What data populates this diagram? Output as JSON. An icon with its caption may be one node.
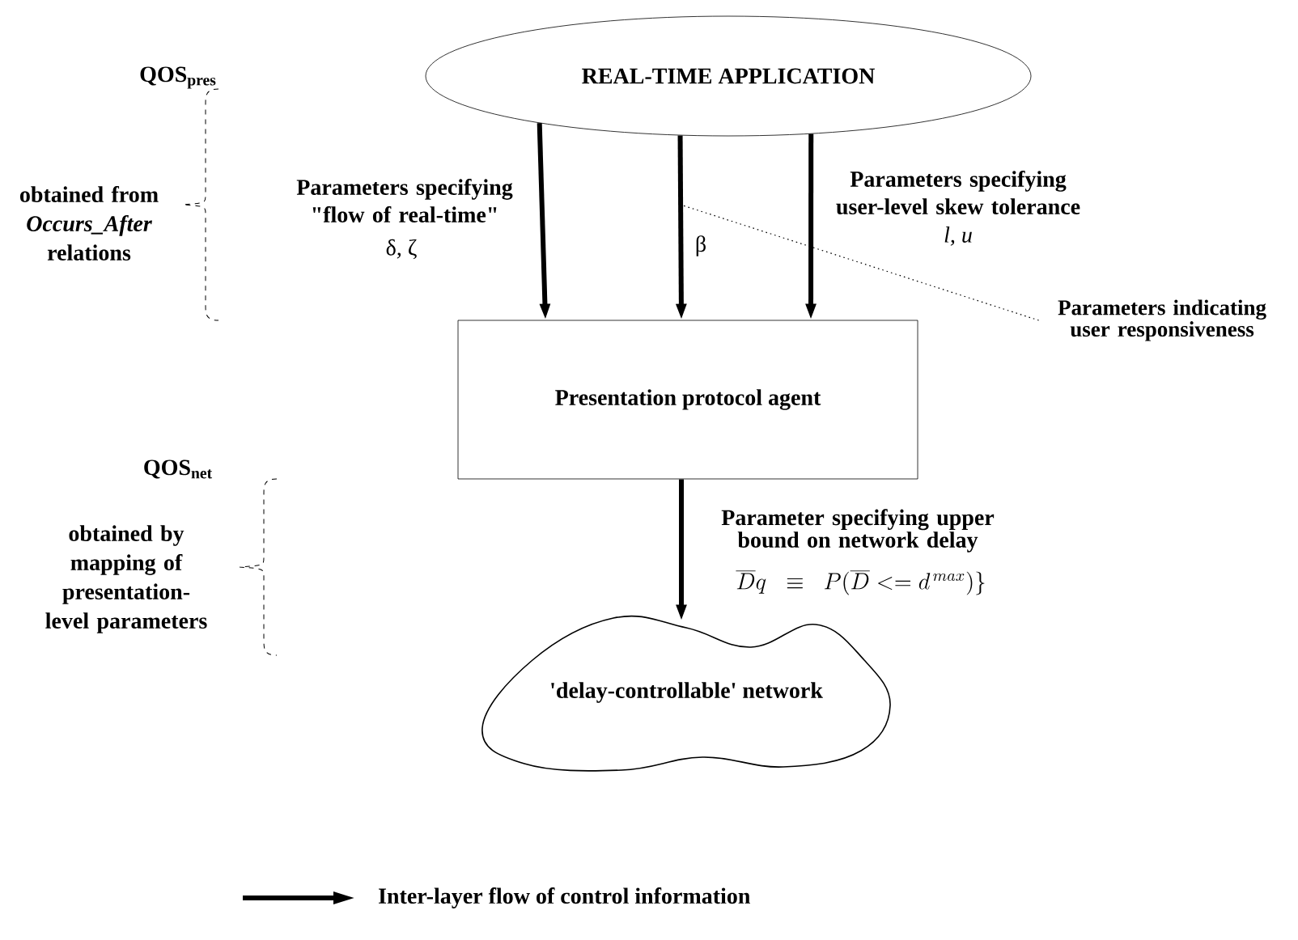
{
  "diagram": {
    "nodes": [
      {
        "text": [
          "REAL-TIME APPLICATION"
        ]
      },
      {
        "text": [
          "Presentation protocol agent"
        ]
      },
      {
        "text": [
          "'delay-controllable' network"
        ]
      },
      {
        "text": [
          "Parameters indicating user responsiveness"
        ]
      }
    ],
    "edges": [
      {
        "from": 0,
        "to": 1,
        "arrow": "to",
        "label": "Parameters specifying \"flow of real-time\""
      },
      {
        "from": 0,
        "to": 1,
        "arrow": "to",
        "label": "β"
      },
      {
        "from": 0,
        "to": 1,
        "arrow": "to",
        "label": "Parameters specifying user-level skew tolerance"
      },
      {
        "from": 1,
        "to": 2,
        "arrow": "to",
        "label": "Parameter specifying upper bound on network delay"
      },
      {
        "from": 3,
        "to": null,
        "arrow": "none",
        "style": "dashed"
      }
    ],
    "labels": [
      "QOS$_{pres}$",
      "obtained from *Occurs_After* relations",
      "δ, ζ",
      "l, u",
      "QOS$_{net}$",
      "obtained by mapping of presentation-level parameters",
      "\\overline{D}q \\;\\;\\equiv\\;\\; P(\\overline{D} <= d^{\\,max})\\}"
    ],
    "legend": [
      {
        "text": "Inter-layer flow of control information"
      }
    ]
  }
}
